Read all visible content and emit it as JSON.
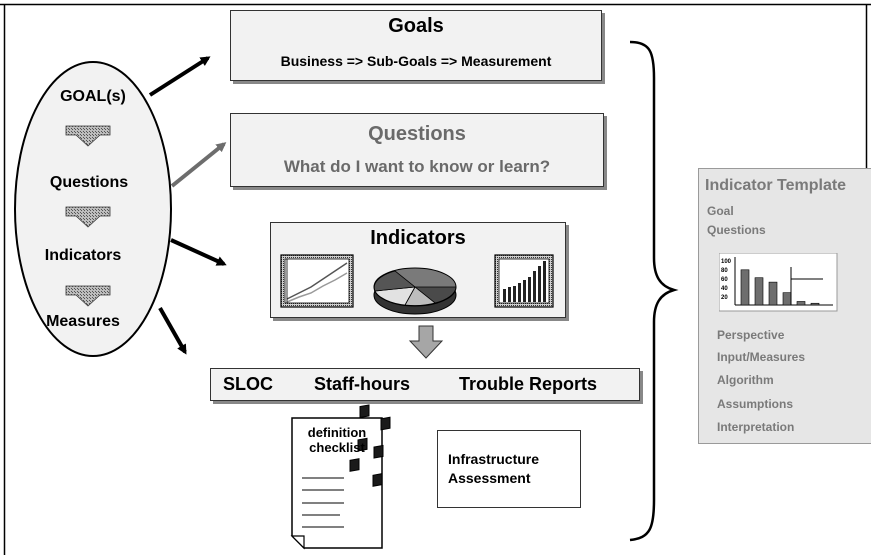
{
  "oval": {
    "items": [
      "GOAL(s)",
      "Questions",
      "Indicators",
      "Measures"
    ]
  },
  "goals": {
    "title": "Goals",
    "subtitle": "Business => Sub-Goals => Measurement"
  },
  "questions": {
    "title": "Questions",
    "subtitle": "What do I want to know or learn?"
  },
  "indicators": {
    "title": "Indicators",
    "charts": [
      "line-chart-icon",
      "pie-chart-icon",
      "column-chart-icon"
    ]
  },
  "measures": {
    "items": [
      "SLOC",
      "Staff-hours",
      "Trouble Reports"
    ]
  },
  "checklist": {
    "title": "definition\nchecklist"
  },
  "infrastructure": {
    "label": "Infrastructure\nAssessment"
  },
  "template": {
    "title": "Indicator Template",
    "top_items": [
      "Goal",
      "Questions"
    ],
    "chart_ticks": [
      "100",
      "80",
      "60",
      "40",
      "20"
    ],
    "bar_levels": [
      80,
      62,
      52,
      28,
      8,
      4
    ],
    "items": [
      "Perspective",
      "Input/Measures",
      "Algorithm",
      "Assumptions",
      "Interpretation"
    ]
  },
  "colors": {
    "box_fill": "#f2f2f2",
    "template_fill": "#e6e6e6",
    "template_text": "#7a7a7a",
    "arrow_dark": "#000000",
    "arrow_gray": "#6d6d6d"
  }
}
